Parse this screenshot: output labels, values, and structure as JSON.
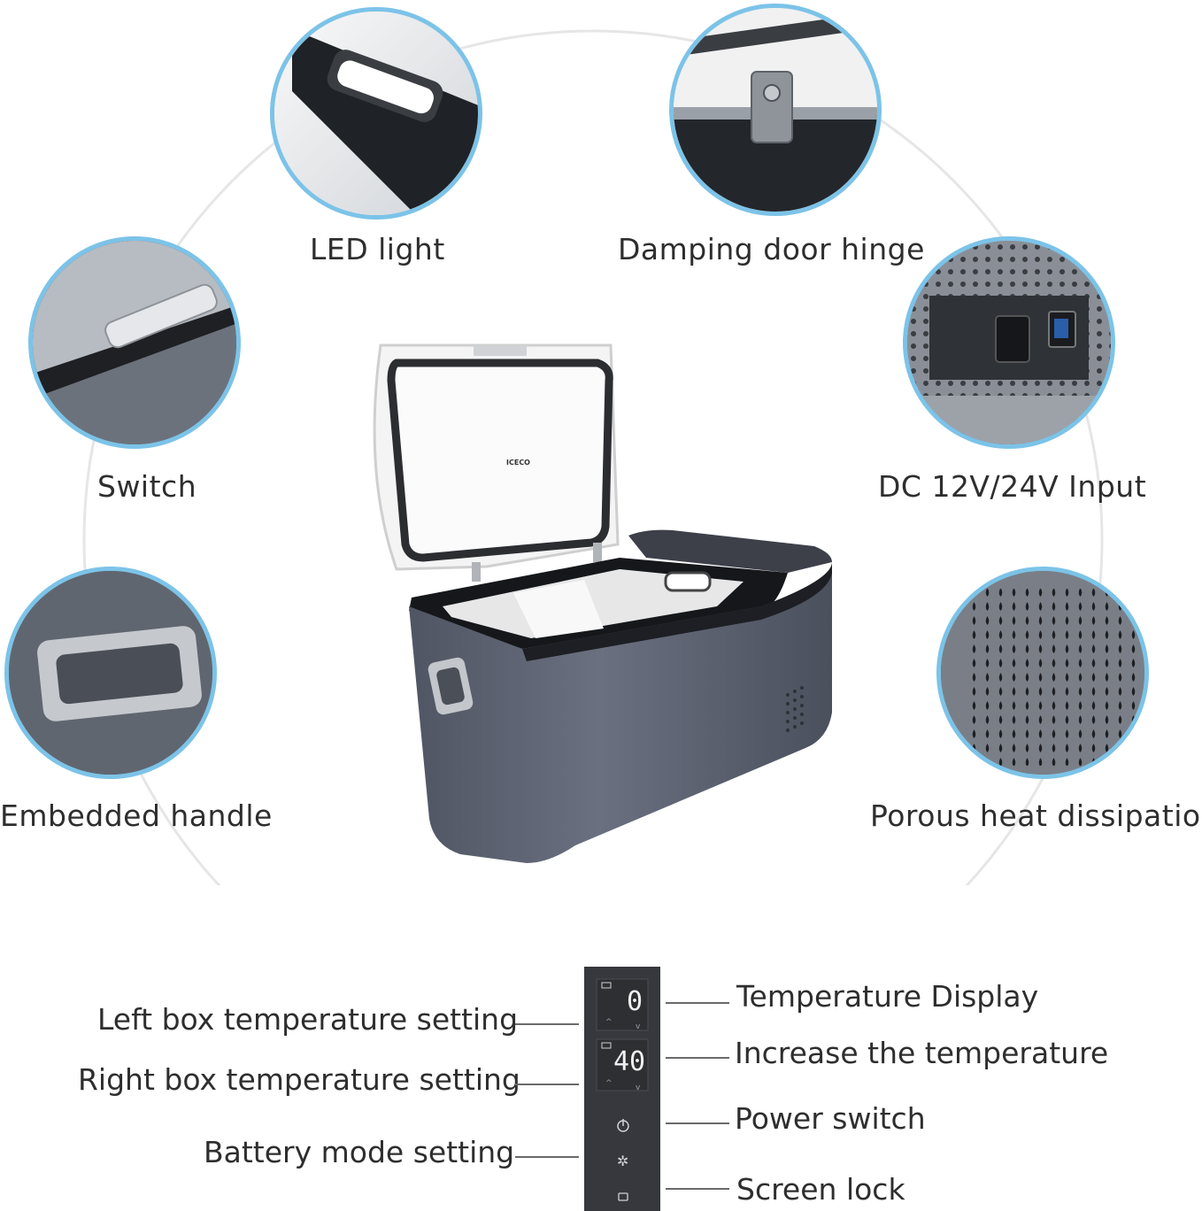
{
  "features": {
    "led_light": "LED light",
    "damping_hinge": "Damping door hinge",
    "switch": "Switch",
    "dc_input": "DC 12V/24V Input",
    "embedded_handle": "Embedded handle",
    "heat_dissipation": "Porous heat dissipation"
  },
  "product": {
    "brand": "ICECO"
  },
  "control_panel": {
    "left_labels": {
      "left_box": "Left box temperature setting",
      "right_box": "Right box temperature setting",
      "battery_mode": "Battery mode setting"
    },
    "right_labels": {
      "temp_display": "Temperature Display",
      "increase_temp": "Increase the temperature",
      "power_switch": "Power switch",
      "screen_lock": "Screen lock"
    },
    "display_top": "0",
    "display_bottom": "40"
  },
  "colors": {
    "accent_ring": "#7cc3e8",
    "body_gray": "#5c6270"
  }
}
